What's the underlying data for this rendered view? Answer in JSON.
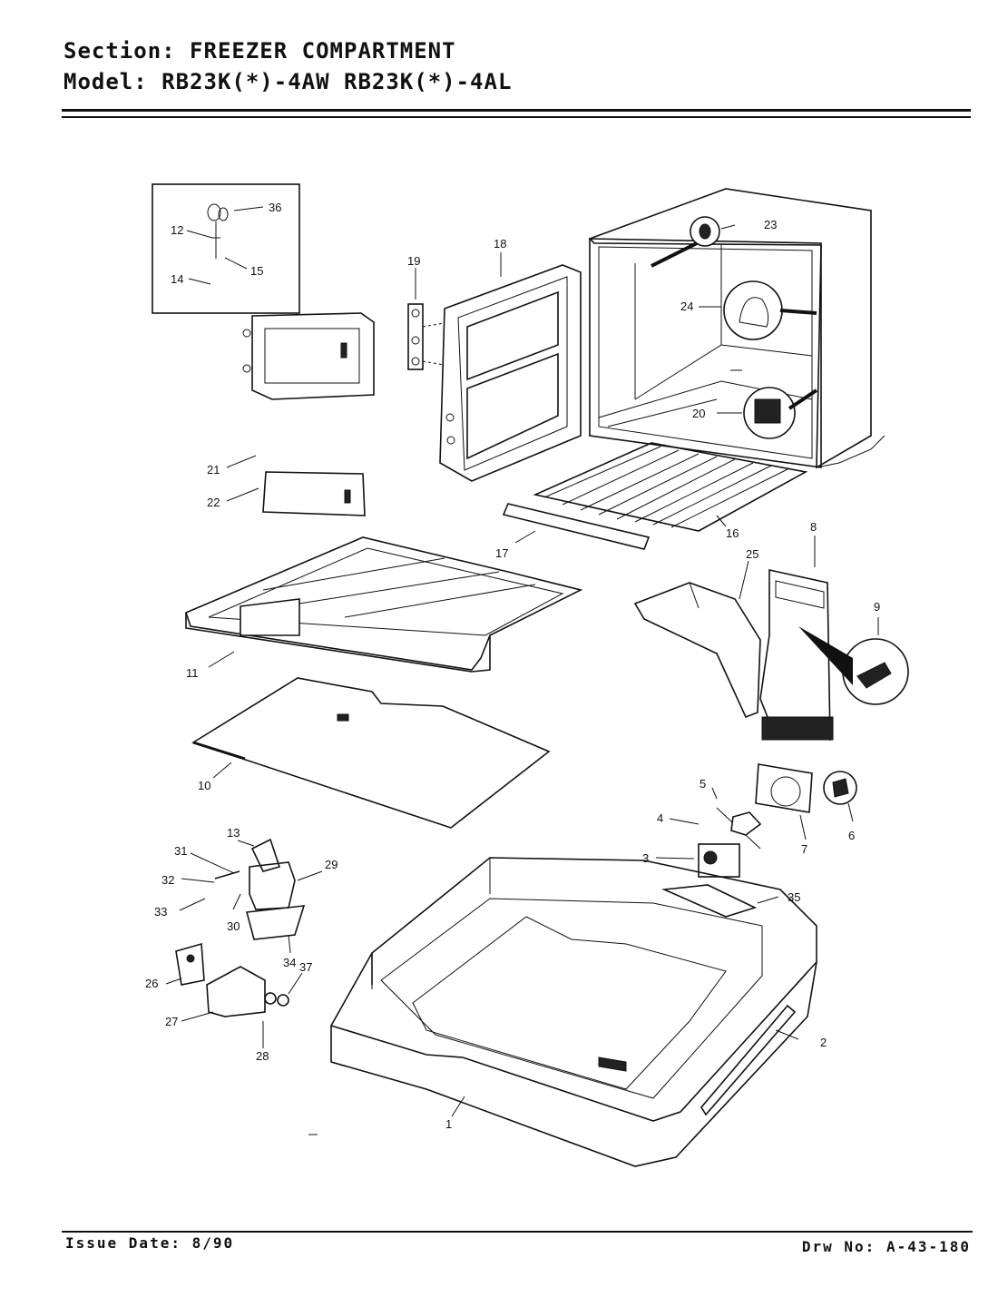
{
  "header": {
    "section_label": "Section:",
    "section_value": "FREEZER COMPARTMENT",
    "model_label": "Model:",
    "model_value": "RB23K(*)-4AW  RB23K(*)-4AL"
  },
  "footer": {
    "issue_date": "Issue Date: 8/90",
    "drawing_number": "Drw No: A-43-180"
  },
  "callouts": {
    "c1": "1",
    "c2": "2",
    "c3": "3",
    "c4": "4",
    "c5": "5",
    "c6": "6",
    "c7": "7",
    "c8": "8",
    "c9": "9",
    "c10": "10",
    "c11": "11",
    "c12": "12",
    "c13": "13",
    "c14": "14",
    "c15": "15",
    "c16": "16",
    "c17": "17",
    "c18": "18",
    "c19": "19",
    "c20": "20",
    "c21": "21",
    "c22": "22",
    "c23": "23",
    "c24": "24",
    "c25": "25",
    "c26": "26",
    "c27": "27",
    "c28": "28",
    "c29": "29",
    "c30": "30",
    "c31": "31",
    "c32": "32",
    "c33": "33",
    "c34": "34",
    "c35": "35",
    "c36": "36",
    "c37": "37"
  }
}
